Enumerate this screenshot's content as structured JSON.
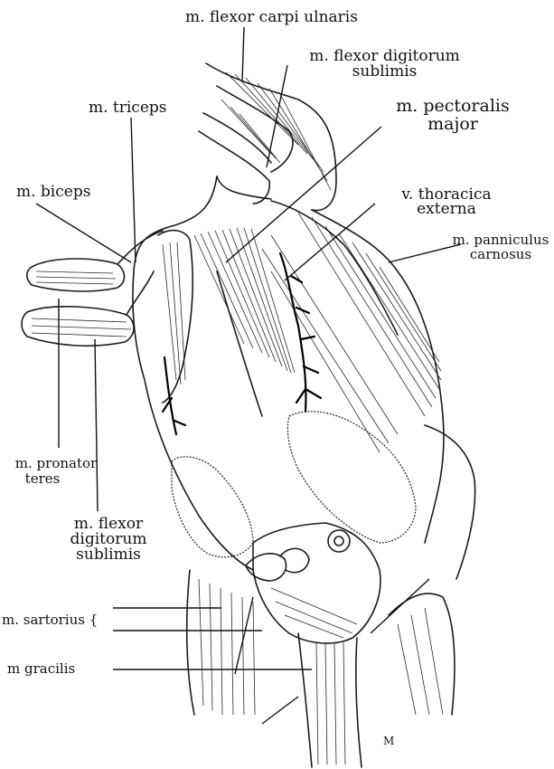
{
  "labels": {
    "flexor_carpi_ulnaris": "m. flexor carpi ulnaris",
    "flexor_digitorum_top_1": "m. flexor digitorum",
    "flexor_digitorum_top_2": "sublimis",
    "triceps": "m. triceps",
    "pectoralis_1": "m. pectoralis",
    "pectoralis_2": "major",
    "biceps": "m. biceps",
    "thoracica_1": "v. thoracica",
    "thoracica_2": "externa",
    "panniculus_1": "m. panniculus",
    "panniculus_2": "carnosus",
    "pronator_1": "m. pronator",
    "pronator_2": "teres",
    "flexor_digitorum_bottom_1": "m. flexor",
    "flexor_digitorum_bottom_2": "digitorum",
    "flexor_digitorum_bottom_3": "sublimis",
    "sartorius": "m. sartorius {",
    "gracilis": "m gracilis",
    "signature": "M"
  }
}
